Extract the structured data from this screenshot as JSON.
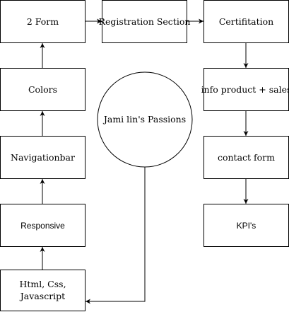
{
  "nodes": {
    "form": {
      "label": "2 Form"
    },
    "registration": {
      "label": "Registration Section"
    },
    "certification": {
      "label": "Certifitation"
    },
    "colors": {
      "label": "Colors"
    },
    "passions": {
      "label": "Jami lin's Passions"
    },
    "info_product": {
      "label": "info product + sales"
    },
    "navigationbar": {
      "label": "Navigationbar"
    },
    "contact_form": {
      "label": "contact form"
    },
    "responsive": {
      "label": "Responsive"
    },
    "kpis": {
      "label": "KPI's"
    },
    "html_css_js": {
      "line1": "Html, Css,",
      "line2": "Javascript"
    }
  },
  "colors": {
    "stroke": "#000000",
    "fill": "#ffffff"
  }
}
